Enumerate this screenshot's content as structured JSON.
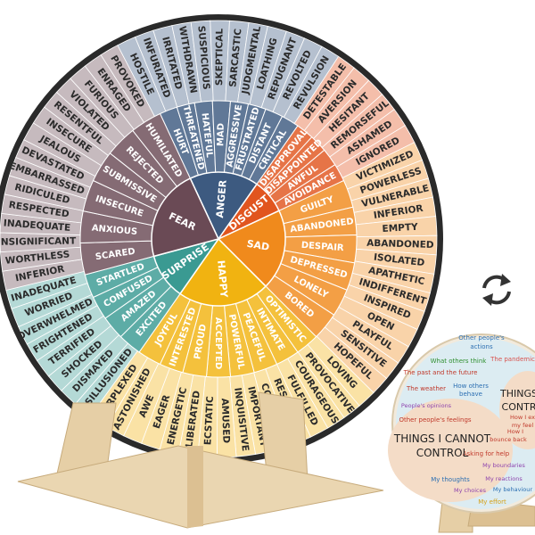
{
  "wheel": {
    "core": [
      {
        "label": "ANGER",
        "color": "#3d5a80"
      },
      {
        "label": "DISGUST",
        "color": "#e1551f"
      },
      {
        "label": "SAD",
        "color": "#f08a1c"
      },
      {
        "label": "HAPPY",
        "color": "#f1b311"
      },
      {
        "label": "SURPRISE",
        "color": "#3a9a92"
      },
      {
        "label": "FEAR",
        "color": "#6a4a55"
      }
    ],
    "middle": [
      {
        "label": "HURT",
        "group": 0
      },
      {
        "label": "THREATENED",
        "group": 0
      },
      {
        "label": "HATEFUL",
        "group": 0
      },
      {
        "label": "MAD",
        "group": 0
      },
      {
        "label": "AGGRESSIVE",
        "group": 0
      },
      {
        "label": "FRUSTRATED",
        "group": 0
      },
      {
        "label": "DISTANT",
        "group": 0
      },
      {
        "label": "CRITICAL",
        "group": 0
      },
      {
        "label": "DISAPPROVAL",
        "group": 1
      },
      {
        "label": "DISAPPOINTED",
        "group": 1
      },
      {
        "label": "AWFUL",
        "group": 1
      },
      {
        "label": "AVOIDANCE",
        "group": 1
      },
      {
        "label": "GUILTY",
        "group": 2
      },
      {
        "label": "ABANDONED",
        "group": 2
      },
      {
        "label": "DESPAIR",
        "group": 2
      },
      {
        "label": "DEPRESSED",
        "group": 2
      },
      {
        "label": "LONELY",
        "group": 2
      },
      {
        "label": "BORED",
        "group": 2
      },
      {
        "label": "OPTIMISTIC",
        "group": 3
      },
      {
        "label": "INTIMATE",
        "group": 3
      },
      {
        "label": "PEACEFUL",
        "group": 3
      },
      {
        "label": "POWERFUL",
        "group": 3
      },
      {
        "label": "ACCEPTED",
        "group": 3
      },
      {
        "label": "PROUD",
        "group": 3
      },
      {
        "label": "INTERESTED",
        "group": 3
      },
      {
        "label": "JOYFUL",
        "group": 3
      },
      {
        "label": "EXCITED",
        "group": 4
      },
      {
        "label": "AMAZED",
        "group": 4
      },
      {
        "label": "CONFUSED",
        "group": 4
      },
      {
        "label": "STARTLED",
        "group": 4
      },
      {
        "label": "SCARED",
        "group": 5
      },
      {
        "label": "ANXIOUS",
        "group": 5
      },
      {
        "label": "INSECURE",
        "group": 5
      },
      {
        "label": "SUBMISSIVE",
        "group": 5
      },
      {
        "label": "REJECTED",
        "group": 5
      },
      {
        "label": "HUMILIATED",
        "group": 5
      }
    ],
    "outer": [
      "JEALOUS",
      "INSECURE",
      "RESENTFUL",
      "VIOLATED",
      "FURIOUS",
      "ENRAGED",
      "PROVOKED",
      "HOSTILE",
      "INFURIATED",
      "IRRITATED",
      "WITHDRAWN",
      "SUSPICIOUS",
      "SKEPTICAL",
      "SARCASTIC",
      "JUDGMENTAL",
      "LOATHING",
      "REPUGNANT",
      "REVOLTED",
      "REVULSION",
      "DETESTABLE",
      "AVERSION",
      "HESITANT",
      "REMORSEFUL",
      "ASHAMED",
      "IGNORED",
      "VICTIMIZED",
      "POWERLESS",
      "VULNERABLE",
      "INFERIOR",
      "EMPTY",
      "ABANDONED",
      "ISOLATED",
      "APATHETIC",
      "INDIFFERENT",
      "INSPIRED",
      "OPEN",
      "PLAYFUL",
      "SENSITIVE",
      "HOPEFUL",
      "LOVING",
      "PROVOCATIVE",
      "COURAGEOUS",
      "FULFILLED",
      "RESPECTED",
      "CONFIDENT",
      "IMPORTANT",
      "INQUISITIVE",
      "AMUSED",
      "ECSTATIC",
      "LIBERATED",
      "ENERGETIC",
      "EAGER",
      "AWE",
      "ASTONISHED",
      "PERPLEXED",
      "DISILLUSIONED",
      "DISMAYED",
      "SHOCKED",
      "TERRIFIED",
      "FRIGHTENED",
      "OVERWHELMED",
      "WORRIED",
      "INADEQUATE",
      "INFERIOR",
      "WORTHLESS",
      "INSIGNIFICANT",
      "INADEQUATE",
      "RESPECTED",
      "RIDICULED",
      "EMBARRASSED",
      "DEVASTATED"
    ]
  },
  "small_disc": {
    "phrases": [
      {
        "text": "Other people's",
        "color": "#2c6fb2"
      },
      {
        "text": "actions",
        "color": "#2c6fb2"
      },
      {
        "text": "What others think",
        "color": "#2f8f2f"
      },
      {
        "text": "The pandemic",
        "color": "#d9534f"
      },
      {
        "text": "The past and the future",
        "color": "#c0392b"
      },
      {
        "text": "The weather",
        "color": "#c0392b"
      },
      {
        "text": "How others",
        "color": "#2c6fb2"
      },
      {
        "text": "behave",
        "color": "#2c6fb2"
      },
      {
        "text": "People's opinions",
        "color": "#8e44ad"
      },
      {
        "text": "Other people's feelings",
        "color": "#c0392b"
      },
      {
        "text": "Asking for help",
        "color": "#c0392b"
      },
      {
        "text": "How I",
        "color": "#c0392b"
      },
      {
        "text": "bounce back",
        "color": "#c0392b"
      },
      {
        "text": "My boundaries",
        "color": "#8e44ad"
      },
      {
        "text": "My thoughts",
        "color": "#2c6fb2"
      },
      {
        "text": "My reactions",
        "color": "#8e44ad"
      },
      {
        "text": "My choices",
        "color": "#8e44ad"
      },
      {
        "text": "My behaviour",
        "color": "#2c6fb2"
      },
      {
        "text": "My effort",
        "color": "#d4a017"
      }
    ],
    "heading_left_1": "THINGS I CANNOT",
    "heading_left_2": "CONTROL",
    "heading_right_1": "THINGS",
    "heading_right_2": "CONTR",
    "right_small_1": "How I ex",
    "right_small_2": "my feel"
  },
  "colors": {
    "background": "#ffffff",
    "rim": "#2a2a2a",
    "wood": "#e6cfa6",
    "wood_dark": "#cdb283",
    "arrow": "#333333"
  },
  "icons": {
    "swap": "refresh-arrows-icon"
  }
}
